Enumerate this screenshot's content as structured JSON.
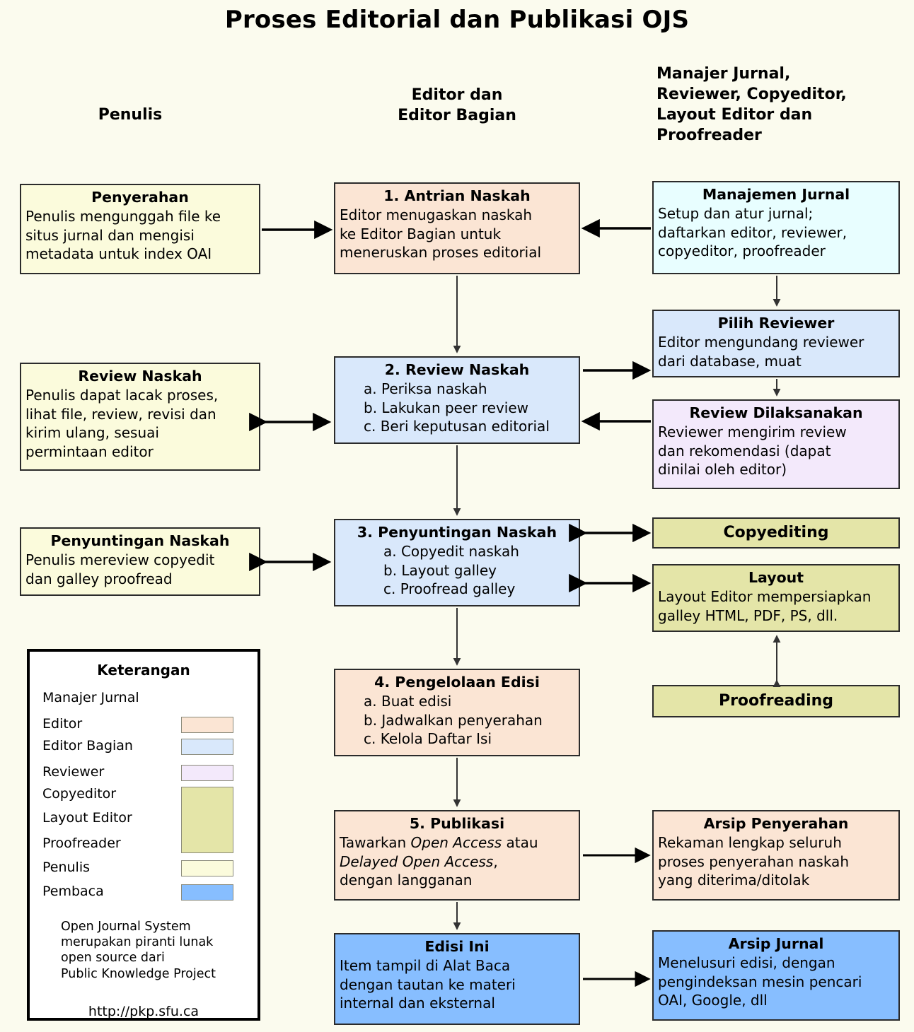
{
  "title": "Proses Editorial dan Publikasi OJS",
  "columns": [
    {
      "id": "penulis",
      "label": "Penulis"
    },
    {
      "id": "editor",
      "label": "Editor dan\nEditor Bagian"
    },
    {
      "id": "staff",
      "label": "Manajer Jurnal,\nReviewer, Copyeditor,\nLayout Editor dan\nProofreader"
    }
  ],
  "colors": {
    "background": "#fbfbee",
    "author_yellow": "#fbfbdc",
    "editor_peach": "#fbe5d4",
    "section_editor_blue": "#d9e8fb",
    "manager_cyan": "#e8feff",
    "reviewer_lavender": "#f3e9fb",
    "copyeditor_olive": "#e4e5a8",
    "reader_blue": "#87beff",
    "border": "#2b2b2b",
    "legend_border": "#000000",
    "text": "#000000"
  },
  "nodes": {
    "penyerahan": {
      "head": "Penyerahan",
      "lines": [
        "Penulis mengunggah file ke",
        "situs jurnal dan mengisi",
        "metadata untuk index OAI"
      ]
    },
    "antrian": {
      "head": "1. Antrian Naskah",
      "lines": [
        "Editor menugaskan naskah",
        "ke Editor Bagian untuk",
        "meneruskan proses editorial"
      ]
    },
    "manajemen": {
      "head": "Manajemen Jurnal",
      "lines": [
        "Setup dan atur jurnal;",
        "daftarkan editor, reviewer,",
        "copyeditor, proofreader"
      ]
    },
    "pilih_reviewer": {
      "head": "Pilih Reviewer",
      "lines": [
        "Editor mengundang reviewer",
        "dari database, muat"
      ]
    },
    "review_naskah_penulis": {
      "head": "Review Naskah",
      "lines": [
        "Penulis dapat lacak proses,",
        "lihat file, review, revisi dan",
        "kirim ulang, sesuai",
        "permintaan editor"
      ]
    },
    "review_naskah": {
      "head": "2. Review Naskah",
      "lines": [
        "a. Periksa naskah",
        "b. Lakukan peer review",
        "c. Beri keputusan editorial"
      ]
    },
    "review_dilaksanakan": {
      "head": "Review Dilaksanakan",
      "lines": [
        "Reviewer mengirim review",
        "dan rekomendasi (dapat",
        "dinilai oleh editor)"
      ]
    },
    "penyuntingan_penulis": {
      "head": "Penyuntingan Naskah",
      "lines": [
        "Penulis mereview copyedit",
        "dan galley proofread"
      ]
    },
    "penyuntingan": {
      "head": "3. Penyuntingan Naskah",
      "lines": [
        "a. Copyedit naskah",
        "b. Layout galley",
        "c. Proofread galley"
      ]
    },
    "copyediting": {
      "head": "Copyediting",
      "lines": []
    },
    "layout": {
      "head": "Layout",
      "lines": [
        "Layout Editor mempersiapkan",
        "galley HTML, PDF, PS, dll."
      ]
    },
    "pengelolaan": {
      "head": "4. Pengelolaan Edisi",
      "lines": [
        "a. Buat edisi",
        "b. Jadwalkan penyerahan",
        "c. Kelola Daftar Isi"
      ]
    },
    "proofreading": {
      "head": "Proofreading",
      "lines": []
    },
    "publikasi": {
      "head": "5. Publikasi",
      "lines": [
        "Tawarkan Open Access atau",
        "Delayed Open Access,",
        "dengan langganan"
      ],
      "italic_parts": [
        "Open Access",
        "Delayed Open Access"
      ]
    },
    "arsip_penyerahan": {
      "head": "Arsip Penyerahan",
      "lines": [
        "Rekaman lengkap seluruh",
        "proses penyerahan naskah",
        "yang diterima/ditolak"
      ]
    },
    "edisi_ini": {
      "head": "Edisi Ini",
      "lines": [
        "Item tampil di Alat Baca",
        "dengan tautan ke materi",
        "internal dan eksternal"
      ]
    },
    "arsip_jurnal": {
      "head": "Arsip Jurnal",
      "lines": [
        "Menelusuri edisi, dengan",
        "pengindeksan mesin pencari",
        "OAI, Google, dll"
      ]
    }
  },
  "legend": {
    "title": "Keterangan",
    "items": [
      {
        "label": "Manajer Jurnal",
        "swatch": null
      },
      {
        "label": "Editor",
        "swatch": "#fbe5d4"
      },
      {
        "label": "Editor Bagian",
        "swatch": "#d9e8fb"
      },
      {
        "label": "Reviewer",
        "swatch": "#f3e9fb"
      },
      {
        "label": "Copyeditor",
        "swatch": "#e4e5a8"
      },
      {
        "label": "Layout Editor",
        "swatch": "#e4e5a8"
      },
      {
        "label": "Proofreader",
        "swatch": "#e4e5a8"
      },
      {
        "label": "Penulis",
        "swatch": "#fbfbdc"
      },
      {
        "label": "Pembaca",
        "swatch": "#87beff"
      }
    ],
    "note": [
      "Open Journal System",
      "merupakan piranti lunak",
      "open source dari",
      "Public Knowledge Project"
    ],
    "url": "http://pkp.sfu.ca"
  }
}
